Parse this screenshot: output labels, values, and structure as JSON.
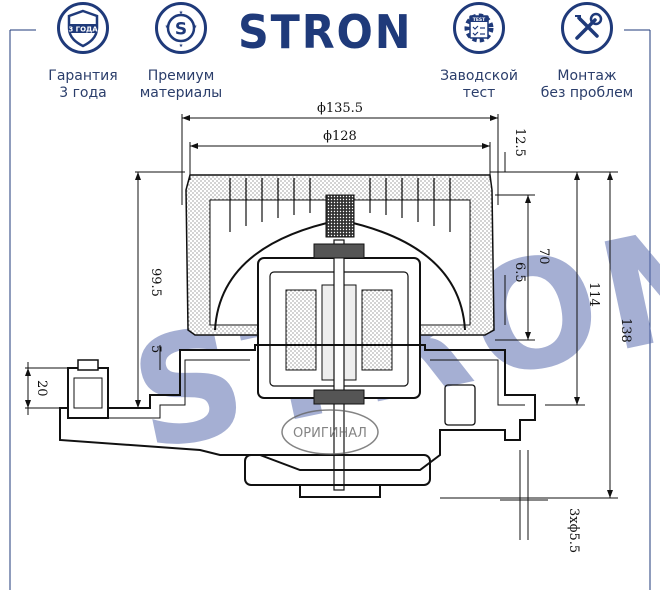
{
  "brand": {
    "logo_text": "STRON",
    "color": "#1f3a7a"
  },
  "badges": [
    {
      "icon": "shield-3-years-icon",
      "icon_text": "3 ГОДА",
      "caption_line1": "Гарантия",
      "caption_line2": "3 года"
    },
    {
      "icon": "dollar-badge-icon",
      "icon_text": "S",
      "caption_line1": "Премиум",
      "caption_line2": "материалы"
    },
    {
      "icon": "gear-test-icon",
      "icon_text": "TEST",
      "caption_line1": "Заводской",
      "caption_line2": "тест"
    },
    {
      "icon": "tools-icon",
      "caption_line1": "Монтаж",
      "caption_line2": "без проблем"
    }
  ],
  "dimensions": {
    "d_outer": "ϕ135.5",
    "d_inner": "ϕ128",
    "top_gap": "12.5",
    "h_left": "99.5",
    "h_70": "70",
    "h_6_5": "6.5",
    "h_114": "114",
    "h_138": "138",
    "h_5": "5",
    "h_20": "20",
    "holes": "3xϕ5.5"
  },
  "watermark": {
    "text": "STRON",
    "seal_text": "ОРИГИНАЛ"
  }
}
